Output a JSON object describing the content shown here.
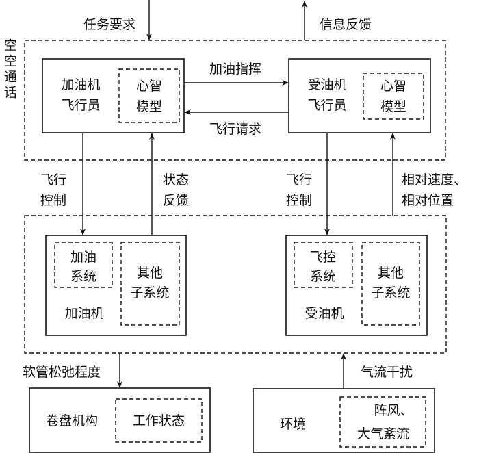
{
  "top": {
    "task_requirement": "任务要求",
    "info_feedback": "信息反馈",
    "air_to_air_comm": "空空通话"
  },
  "tanker_pilot": {
    "line1": "加油机",
    "line2": "飞行员",
    "mental_model_1": "心智",
    "mental_model_2": "模型"
  },
  "receiver_pilot": {
    "line1": "受油机",
    "line2": "飞行员",
    "mental_model_1": "心智",
    "mental_model_2": "模型"
  },
  "arrows": {
    "refuel_command": "加油指挥",
    "flight_request": "飞行请求",
    "flight_control_1": "飞行",
    "flight_control_2": "控制",
    "state_feedback_1": "状态",
    "state_feedback_2": "反馈",
    "relative_1": "相对速度、",
    "relative_2": "相对位置",
    "hose_slack": "软管松弛程度",
    "airflow_disturbance": "气流干扰"
  },
  "tanker": {
    "label": "加油机",
    "refuel_sys_1": "加油",
    "refuel_sys_2": "系统",
    "other_1": "其他",
    "other_2": "子系统"
  },
  "receiver": {
    "label": "受油机",
    "fc_sys_1": "飞控",
    "fc_sys_2": "系统",
    "other_1": "其他",
    "other_2": "子系统"
  },
  "reel": {
    "label": "卷盘机构",
    "state": "工作状态"
  },
  "environment": {
    "label": "环境",
    "gust": "阵风、",
    "turbulence": "大气紊流"
  }
}
